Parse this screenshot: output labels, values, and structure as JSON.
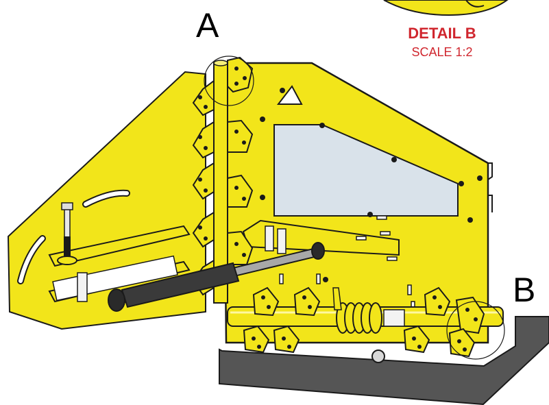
{
  "callouts": {
    "a": "A",
    "b": "B"
  },
  "detail": {
    "title": "DETAIL B",
    "scale": "SCALE 1:2"
  },
  "colors": {
    "plate": "#f2e51a",
    "plate_shade": "#d9c800",
    "outline": "#1a1a1a",
    "window": "#d9e2ea",
    "floor": "#555555",
    "detail_text": "#d0262e",
    "rod": "#9a9a9a",
    "cylinder": "#3a3a3a"
  },
  "icons": {
    "detail_circle_a": "detail-circle",
    "detail_circle_b": "detail-circle"
  }
}
